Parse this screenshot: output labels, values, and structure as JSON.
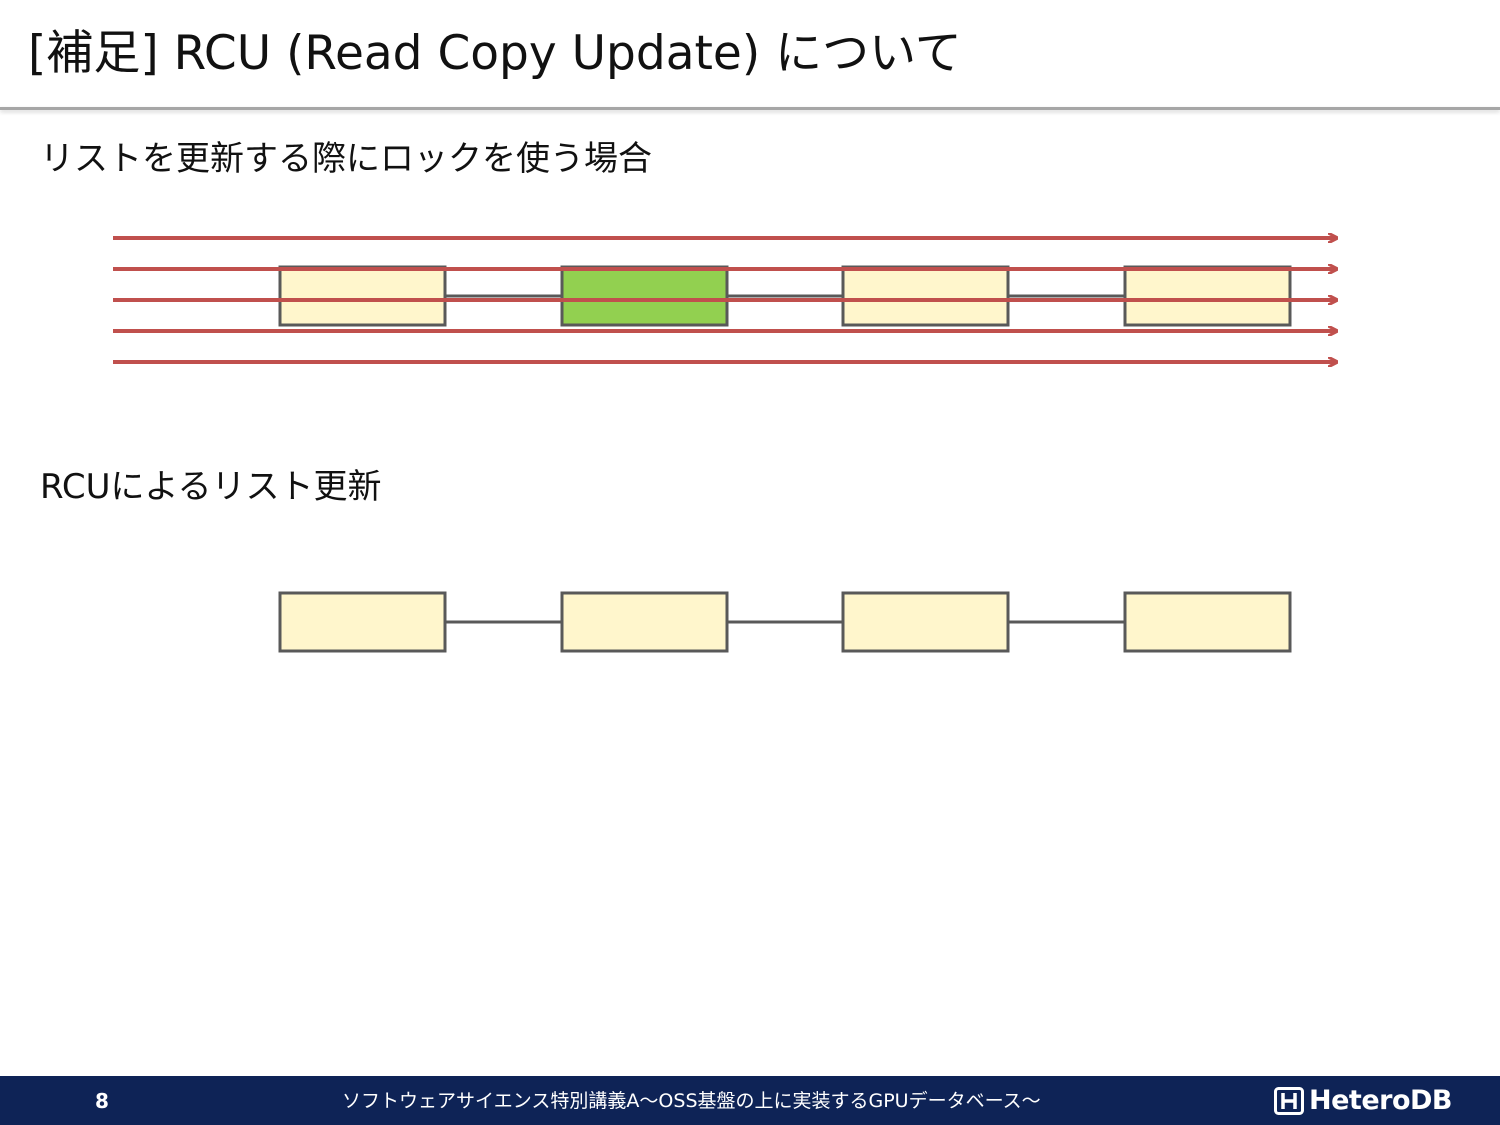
{
  "slide": {
    "title": "[補足] RCU (Read Copy Update) について"
  },
  "sections": {
    "lock": {
      "heading": "リストを更新する際にロックを使う場合",
      "nodes": [
        {
          "state": "normal"
        },
        {
          "state": "locked"
        },
        {
          "state": "normal"
        },
        {
          "state": "normal"
        }
      ],
      "reader_arrows": 5
    },
    "rcu": {
      "heading": "RCUによるリスト更新",
      "nodes": [
        {
          "state": "normal"
        },
        {
          "state": "normal"
        },
        {
          "state": "normal"
        },
        {
          "state": "normal"
        }
      ]
    }
  },
  "footer": {
    "page_number": "8",
    "text": "ソフトウェアサイエンス特別講義A～OSS基盤の上に実装するGPUデータベース～",
    "logo_text": "HeteroDB"
  },
  "colors": {
    "node_fill": "#fff6cc",
    "node_locked_fill": "#92d050",
    "node_border": "#595959",
    "link_line": "#595959",
    "arrow": "#c0504d",
    "footer_bg": "#0e2356"
  }
}
